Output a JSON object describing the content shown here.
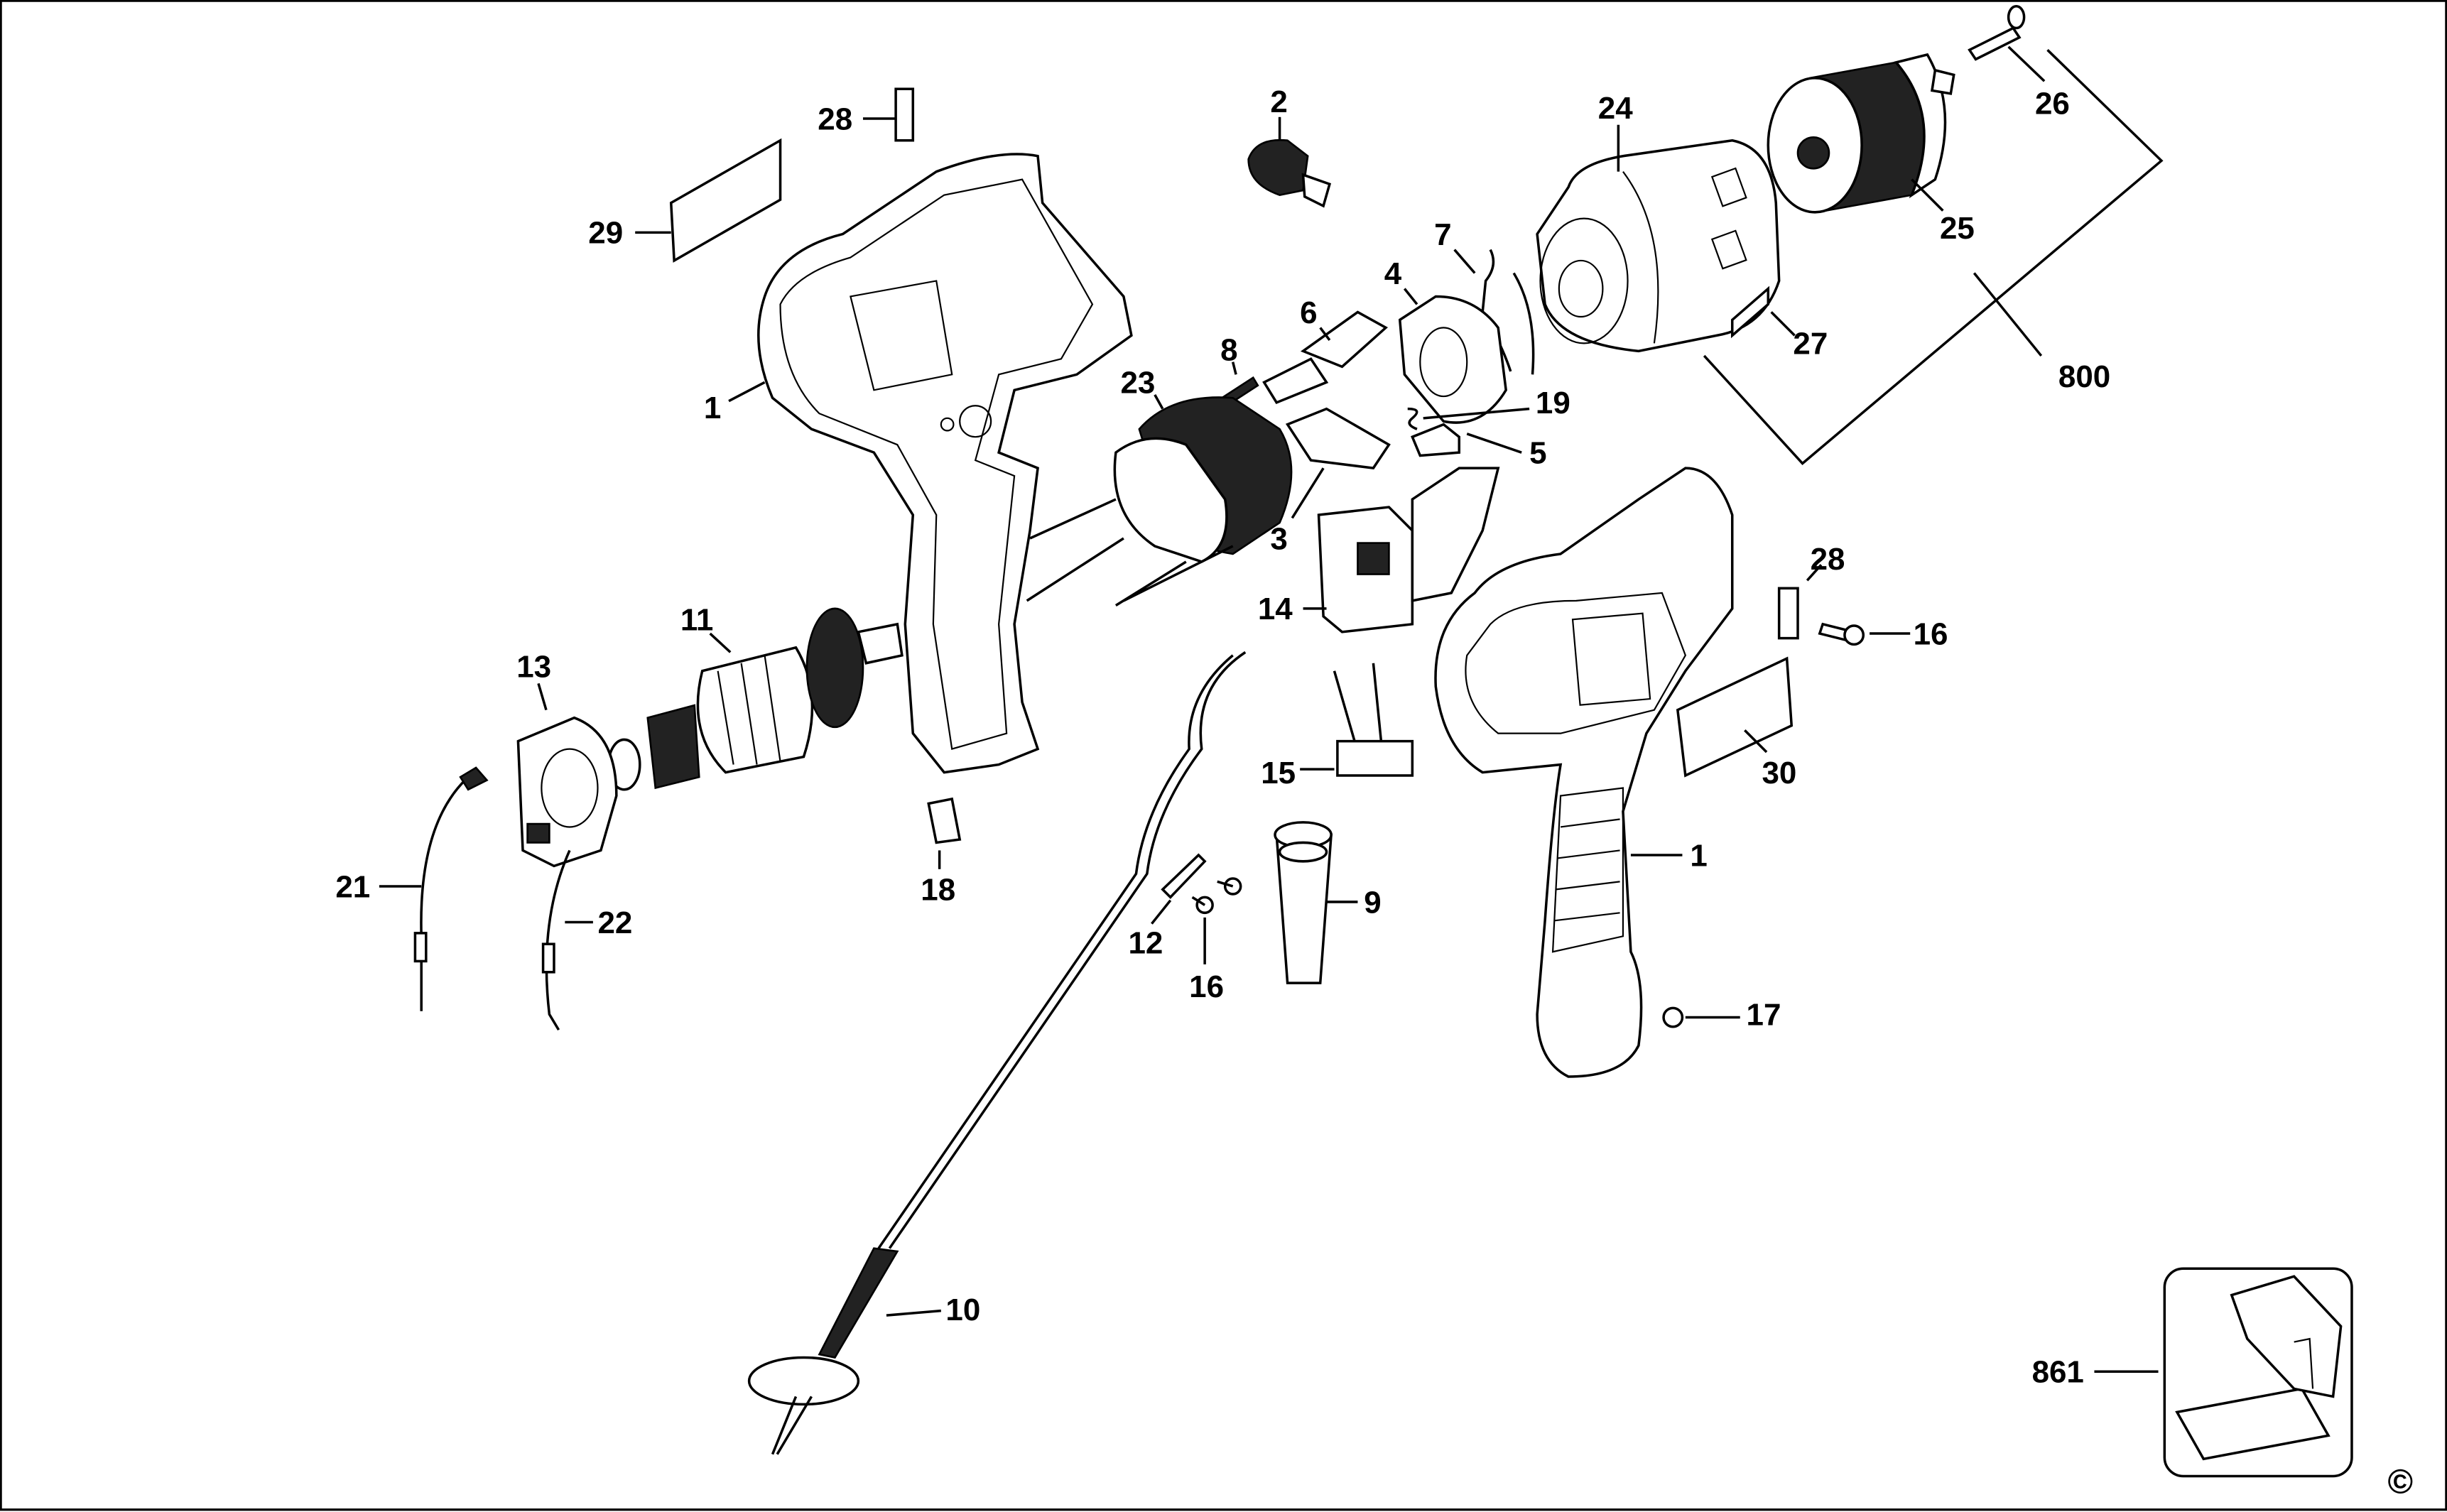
{
  "diagram": {
    "type": "exploded-parts-diagram",
    "callouts": [
      "28",
      "29",
      "2",
      "24",
      "26",
      "25",
      "7",
      "4",
      "6",
      "8",
      "23",
      "1",
      "19",
      "5",
      "27",
      "800",
      "3",
      "14",
      "28",
      "16",
      "11",
      "13",
      "15",
      "30",
      "1",
      "18",
      "21",
      "22",
      "9",
      "12",
      "16",
      "17",
      "10",
      "861"
    ],
    "copyright_symbol": "©"
  }
}
